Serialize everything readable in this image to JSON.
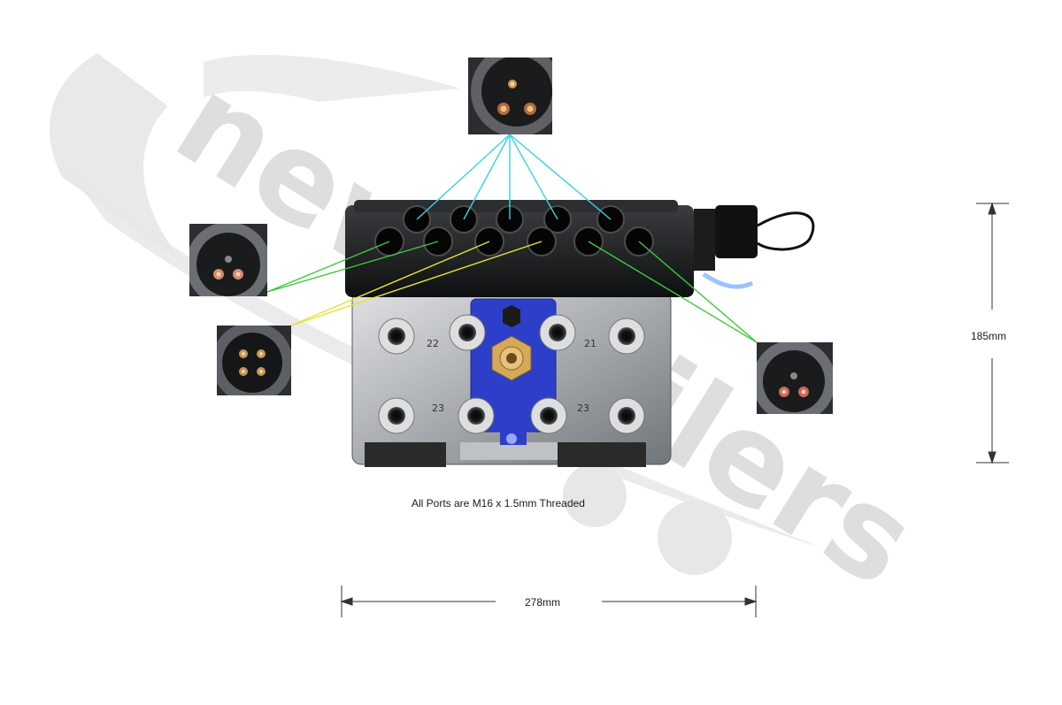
{
  "watermark": {
    "brand_text": "new trailers",
    "color": "#e6e6e6"
  },
  "diagram": {
    "ports_caption": "All Ports are  M16 x 1.5mm Threaded",
    "width_dimension": "278mm",
    "height_dimension": "185mm",
    "port_labels": [
      "22",
      "21",
      "23",
      "23"
    ],
    "leader_colors": {
      "cyan": "#38d3e0",
      "green": "#3ec93e",
      "yellow": "#e8e23a"
    },
    "insets": [
      {
        "id": "A",
        "pins": 3
      },
      {
        "id": "B",
        "pins": 2
      },
      {
        "id": "C",
        "pins": 4
      },
      {
        "id": "D",
        "pins": 2
      }
    ]
  }
}
